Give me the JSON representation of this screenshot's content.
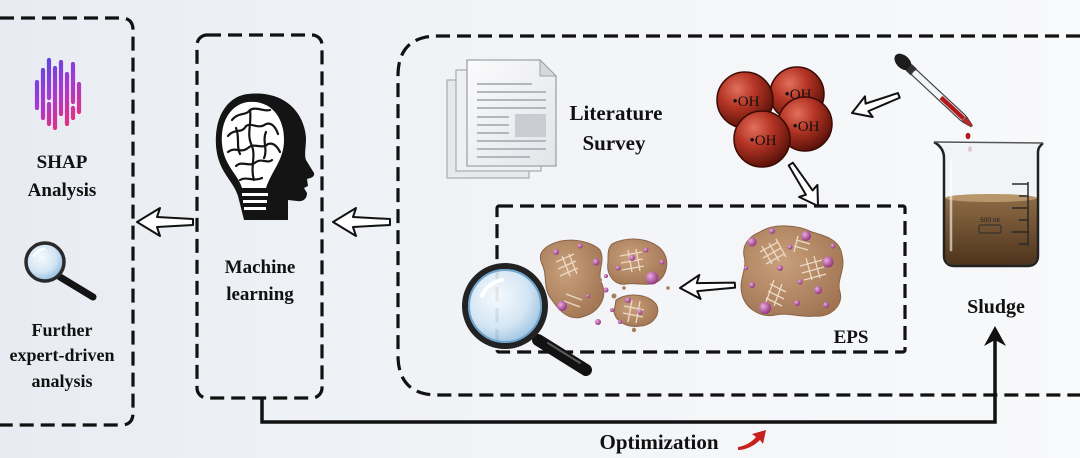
{
  "left_panel": {
    "shap_label": [
      "SHAP",
      "Analysis"
    ],
    "expert_label": [
      "Further",
      "expert-driven",
      "analysis"
    ]
  },
  "ml_panel": {
    "label": [
      "Machine",
      "learning"
    ]
  },
  "process_panel": {
    "literature_label": [
      "Literature",
      "Survey"
    ],
    "radicals": [
      "•OH",
      "•OH",
      "•OH",
      "•OH"
    ],
    "beaker_volume": "500 ml",
    "sludge_label": "Sludge",
    "eps_label": "EPS"
  },
  "feedback": {
    "label": "Optimization"
  },
  "icons": {
    "shap": "shap-logo-icon",
    "inspect_small": "magnifier-icon",
    "ml": "brain-head-icon",
    "literature": "document-stack-icon",
    "dropper": "dropper-icon",
    "beaker": "beaker-icon",
    "inspect_large": "magnifier-large-icon",
    "optimization": "trend-arrow-icon"
  },
  "colors": {
    "border": "#111111",
    "radical_sphere": "#b53525",
    "eps_matrix": "#b08562",
    "eps_particle": "#a3478f",
    "sludge": "#7a5a36",
    "shap_top": "#4f46e5",
    "shap_bottom": "#ff2a5f",
    "optimization_arrow": "#c8201c"
  }
}
